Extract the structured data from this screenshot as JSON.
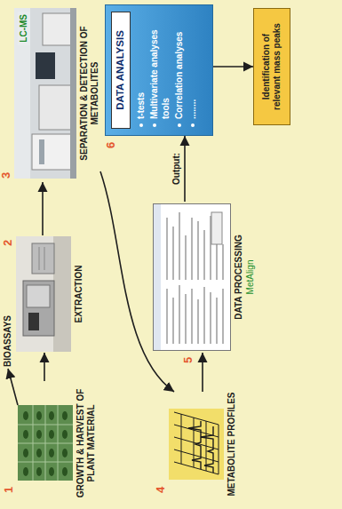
{
  "diagram": {
    "nodes": [
      {
        "text": [
          "GROWTH & HARVEST OF PLANT MATERIAL"
        ]
      },
      {
        "text": [
          "BIOASSAYS"
        ]
      },
      {
        "text": [
          "EXTRACTION"
        ]
      },
      {
        "text": [
          "LC-MS",
          "SEPARATION & DETECTION OF METABOLITES"
        ]
      },
      {
        "text": [
          "METABOLITE PROFILES"
        ]
      },
      {
        "text": [
          "DATA PROCESSING",
          "MetAlign"
        ]
      },
      {
        "text": [
          "DATA ANALYSIS",
          "t-tests",
          "Multivariate analyses tools",
          "Correlation analyses",
          "........"
        ]
      },
      {
        "text": [
          "Identification of relevant mass peaks"
        ]
      }
    ],
    "edges": [
      {
        "from": 0,
        "to": 1,
        "arrow": "to"
      },
      {
        "from": 0,
        "to": 2,
        "arrow": "to"
      },
      {
        "from": 2,
        "to": 3,
        "arrow": "to"
      },
      {
        "from": 3,
        "to": 4,
        "arrow": "to"
      },
      {
        "from": 4,
        "to": 5,
        "arrow": "to"
      },
      {
        "from": 5,
        "to": 6,
        "label": "Output:",
        "arrow": "to"
      },
      {
        "from": 6,
        "to": 7,
        "arrow": "to"
      }
    ],
    "labels": [
      "1",
      "2",
      "3",
      "4",
      "5",
      "6"
    ]
  }
}
